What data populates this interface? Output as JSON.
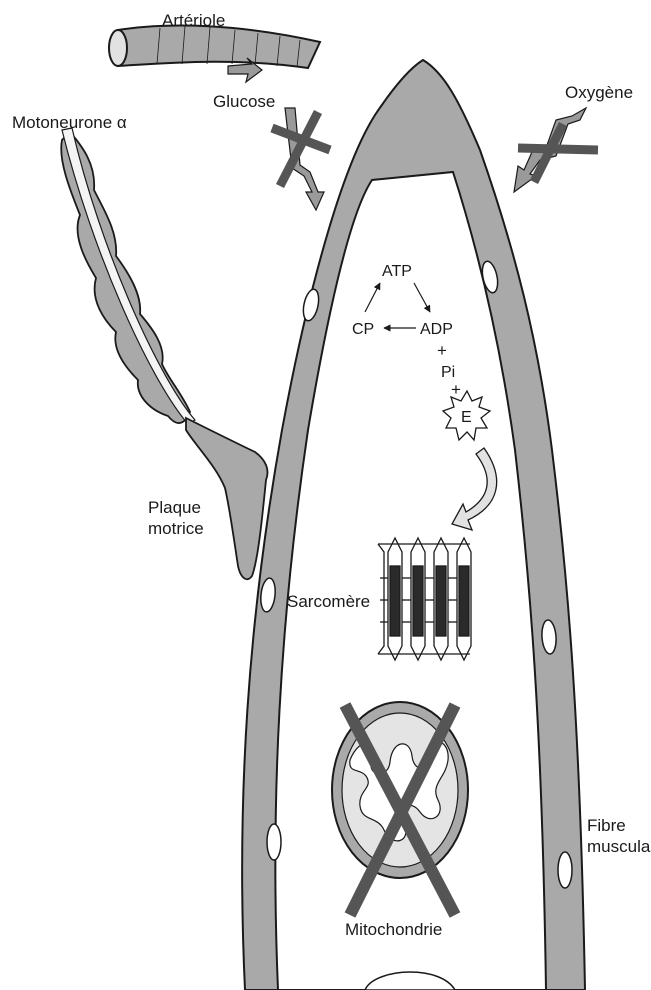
{
  "labels": {
    "arteriole": "Artériole",
    "glucose": "Glucose",
    "oxygene": "Oxygène",
    "motoneurone": "Motoneurone α",
    "plaque_line1": "Plaque",
    "plaque_line2": "motrice",
    "atp": "ATP",
    "cp": "CP",
    "adp": "ADP",
    "plus1": "+",
    "pi": "Pi",
    "plus2": "+",
    "energy": "E",
    "sarcomere": "Sarcomère",
    "fibre_line1": "Fibre",
    "fibre_line2": "musculaire",
    "mitochondrie": "Mitochondrie"
  },
  "colors": {
    "membrane": "#a9a9a9",
    "outline": "#1a1a1a",
    "cross": "#555555",
    "arrow_fill": "#9a9a9a",
    "energy_arrow": "#e2e2e2",
    "mito_inner": "#e4e4e4"
  }
}
